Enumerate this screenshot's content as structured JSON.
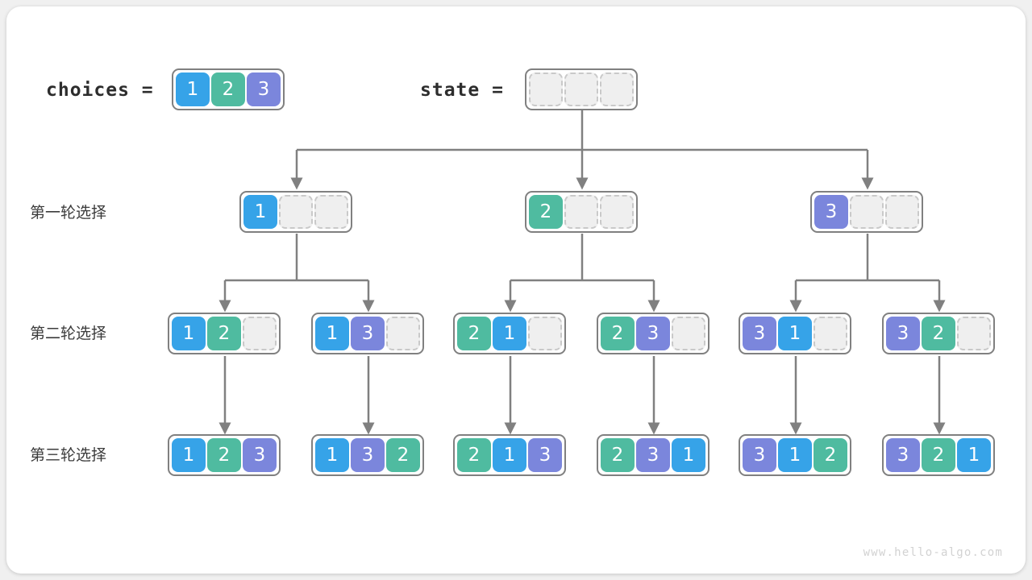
{
  "meta": {
    "watermark": "www.hello-algo.com",
    "line_color": "#808080",
    "box_border_color": "#808080",
    "empty_cell_bg": "#efefef",
    "empty_cell_border": "#c9c9c9"
  },
  "value_colors": {
    "1": "#36a3e8",
    "2": "#4fbba0",
    "3": "#7b86dc"
  },
  "header": {
    "choices_label": "choices =",
    "choices_values": [
      "1",
      "2",
      "3"
    ],
    "state_label": "state =",
    "state_values": [
      "",
      "",
      ""
    ]
  },
  "row_labels": [
    "第一轮选择",
    "第二轮选择",
    "第三轮选择"
  ],
  "level1": [
    {
      "values": [
        "1",
        "",
        ""
      ]
    },
    {
      "values": [
        "2",
        "",
        ""
      ]
    },
    {
      "values": [
        "3",
        "",
        ""
      ]
    }
  ],
  "level2": [
    {
      "values": [
        "1",
        "2",
        ""
      ]
    },
    {
      "values": [
        "1",
        "3",
        ""
      ]
    },
    {
      "values": [
        "2",
        "1",
        ""
      ]
    },
    {
      "values": [
        "2",
        "3",
        ""
      ]
    },
    {
      "values": [
        "3",
        "1",
        ""
      ]
    },
    {
      "values": [
        "3",
        "2",
        ""
      ]
    }
  ],
  "level3": [
    {
      "values": [
        "1",
        "2",
        "3"
      ]
    },
    {
      "values": [
        "1",
        "3",
        "2"
      ]
    },
    {
      "values": [
        "2",
        "1",
        "3"
      ]
    },
    {
      "values": [
        "2",
        "3",
        "1"
      ]
    },
    {
      "values": [
        "3",
        "1",
        "2"
      ]
    },
    {
      "values": [
        "3",
        "2",
        "1"
      ]
    }
  ]
}
